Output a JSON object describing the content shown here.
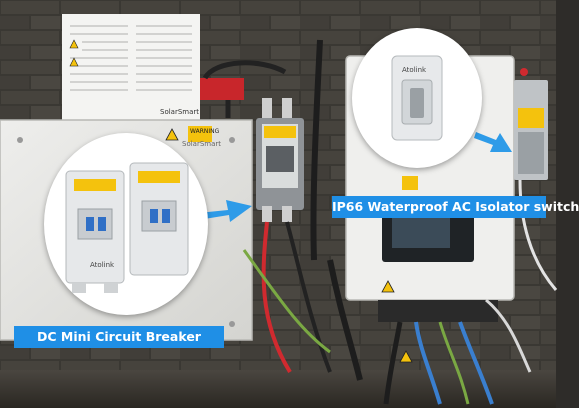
{
  "labels": {
    "dc_breaker": "DC Mini Circuit Breaker",
    "ac_isolator": "IP66 Waterproof AC Isolator switch"
  },
  "brand": {
    "solarsmart": "SolarSmart",
    "atolink": "Atolink"
  },
  "warning_labels": {
    "warning": "WARNING"
  },
  "colors": {
    "label_bg": "#1f8fe6",
    "arrow": "#2e9be8",
    "warning_yellow": "#f4c20d"
  },
  "icons": [
    "arrow-right-icon",
    "warning-triangle-icon"
  ]
}
